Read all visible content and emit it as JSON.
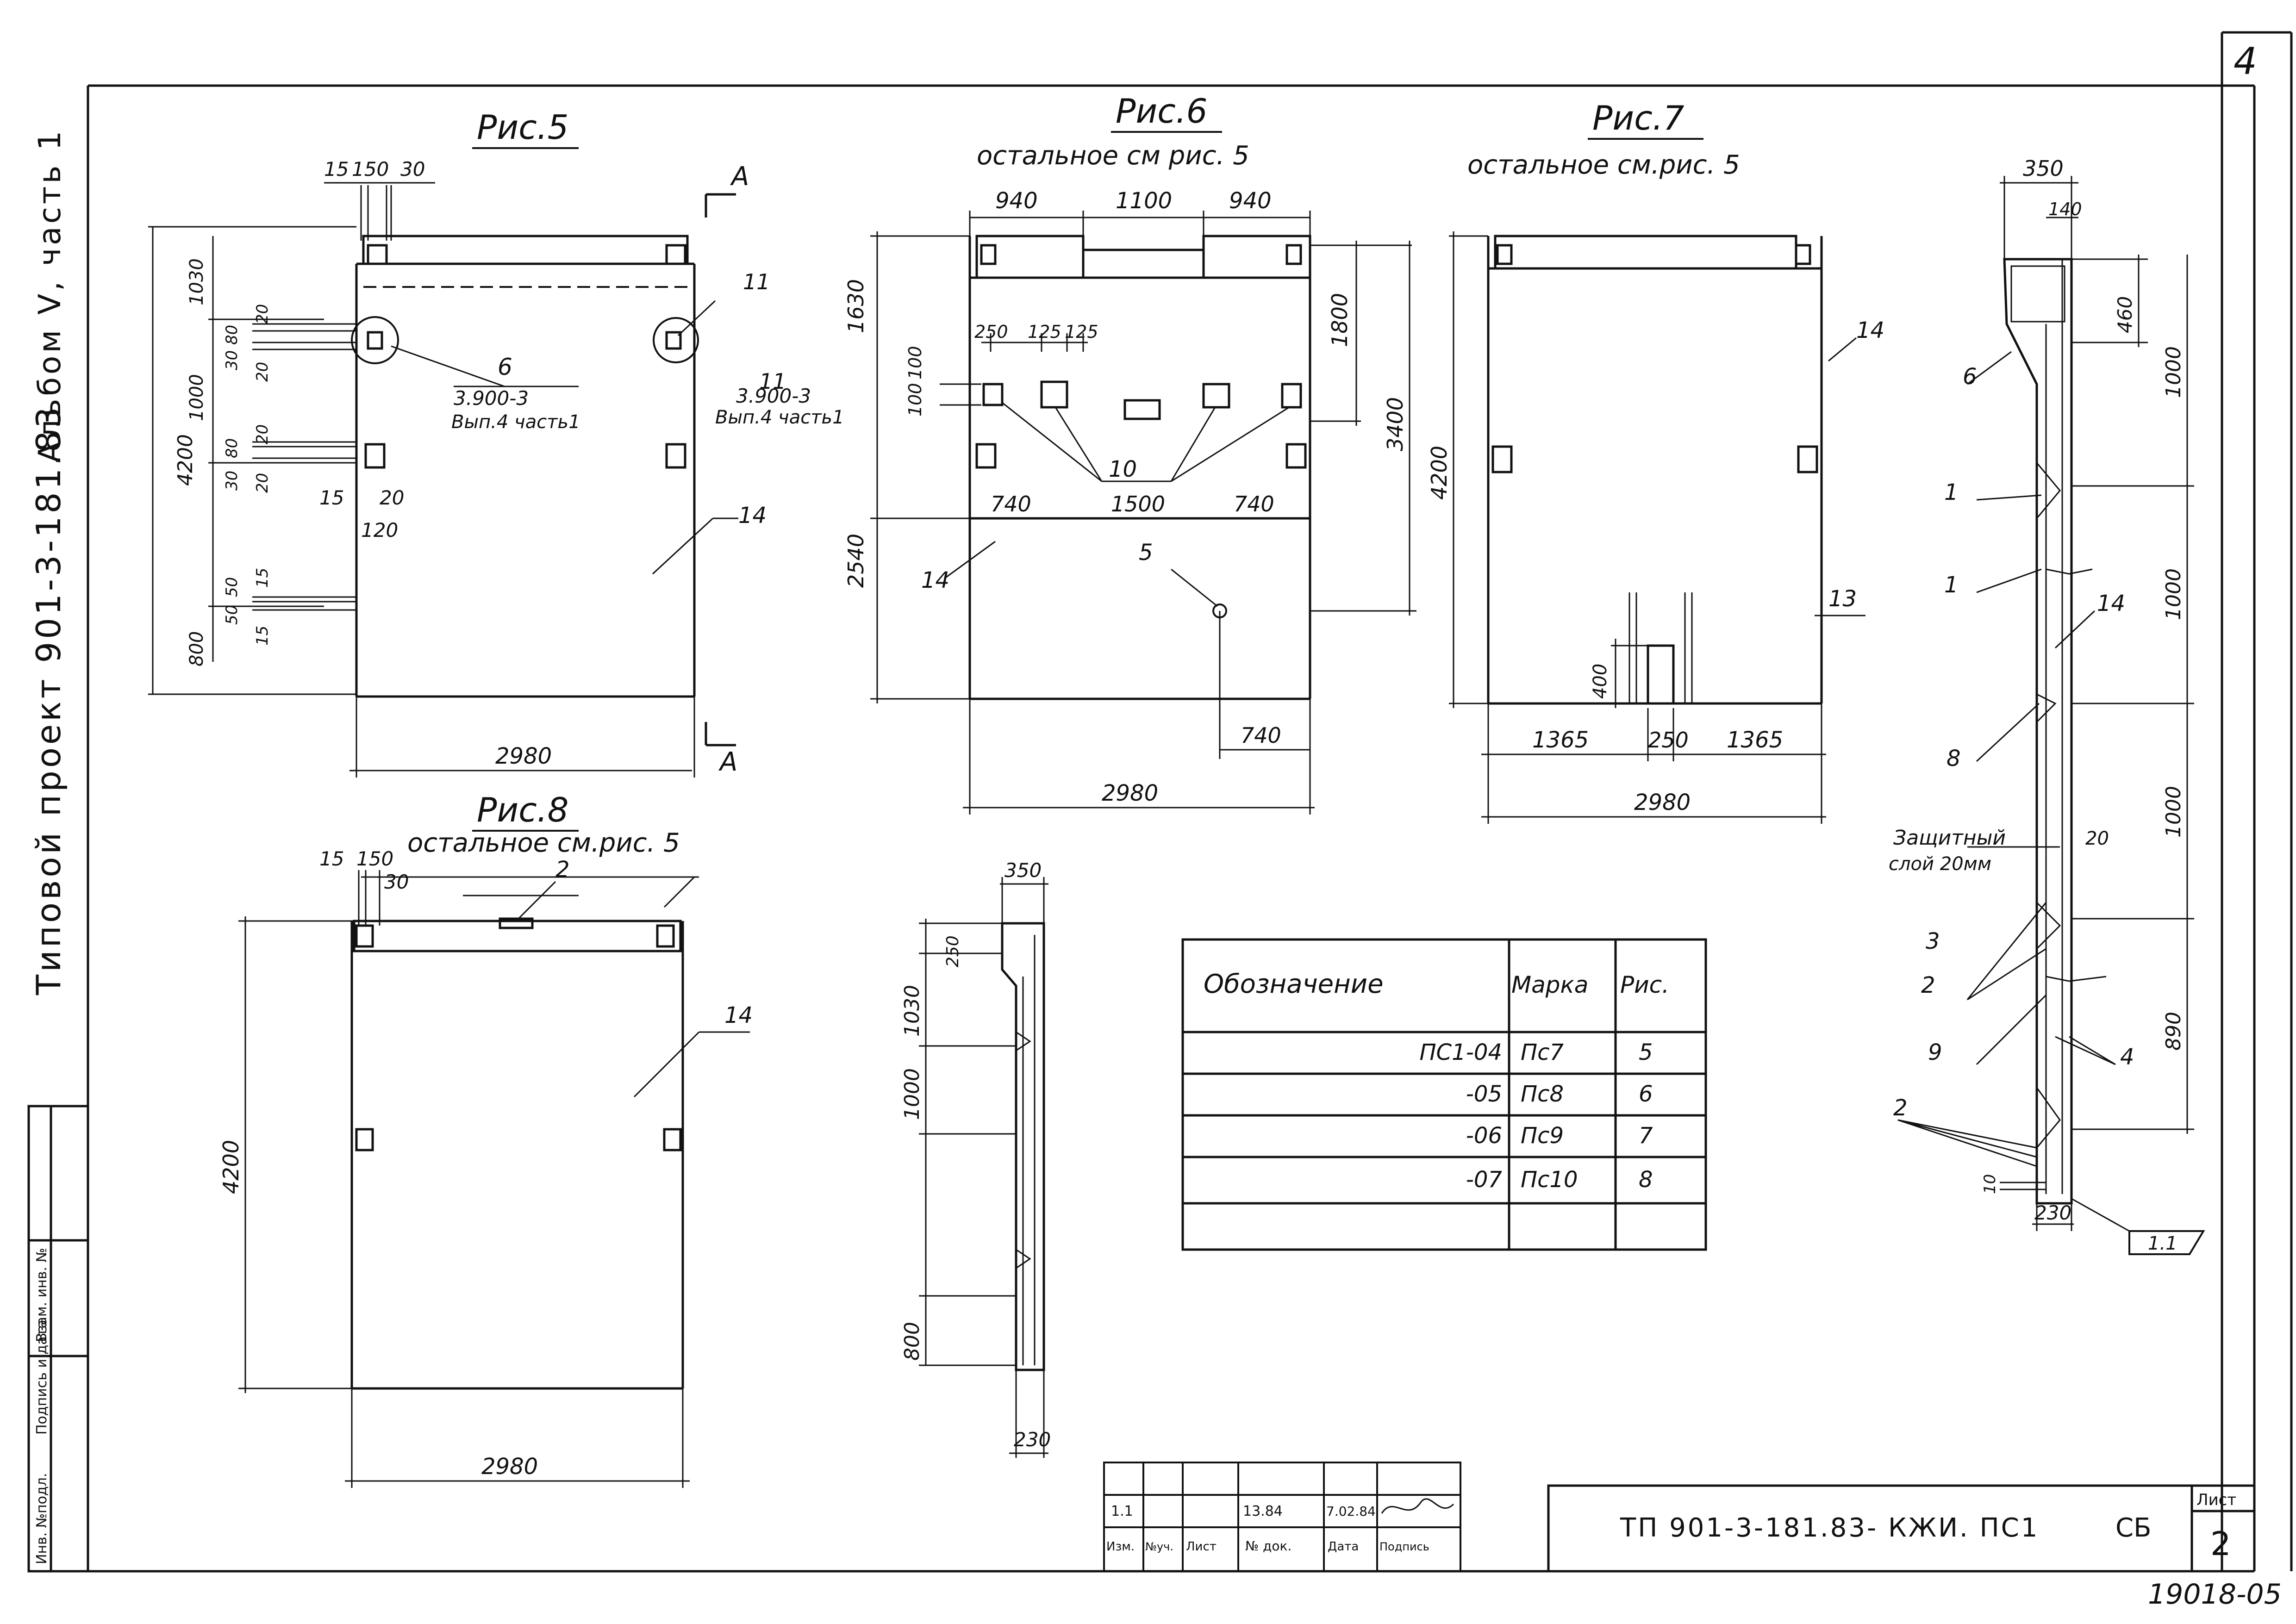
{
  "sheet_corner_number": "4",
  "archive_number": "19018-05",
  "left_margin_text": {
    "line1": "Типовой проект 901-3-181.83",
    "line2": "Альбом V, часть 1"
  },
  "left_stamp_labels": [
    "Инв. №подл.",
    "Подпись и дата",
    "Взам. инв. №"
  ],
  "fig5": {
    "title": "Рис.5",
    "section_mark": "А",
    "dims": {
      "top_15": "15",
      "top_150": "150",
      "top_30": "30",
      "total_height": "4200",
      "h1030": "1030",
      "h1000": "1000",
      "h800": "800",
      "s30": "30",
      "s80": "80",
      "s20": "20",
      "s20b": "20",
      "s30b": "30",
      "s80b": "80",
      "s20c": "20",
      "s20d": "20",
      "s50": "50",
      "s50b": "50",
      "s15": "15",
      "s15b": "15",
      "w15": "15",
      "w20": "20",
      "w120": "120",
      "width": "2980"
    },
    "callouts": {
      "n6": "6",
      "ref_left": "3.900-3",
      "note_left": "Вып.4 часть1",
      "n11": "11",
      "n11b": "11",
      "ref_right": "3.900-3",
      "note_right": "Вып.4 часть1",
      "n14": "14"
    }
  },
  "fig6": {
    "title": "Рис.6",
    "subtitle": "остальное см рис. 5",
    "dims": {
      "d940a": "940",
      "d1100": "1100",
      "d940b": "940",
      "h1630": "1630",
      "h1800": "1800",
      "h3400": "3400",
      "h2540": "2540",
      "s250": "250",
      "s125": "125",
      "s125b": "125",
      "s100": "100",
      "s100b": "100",
      "d740a": "740",
      "d1500": "1500",
      "d740b": "740",
      "d740c": "740",
      "width": "2980"
    },
    "callouts": {
      "n10": "10",
      "n14": "14",
      "n5": "5"
    }
  },
  "fig7": {
    "title": "Рис.7",
    "subtitle": "остальное см.рис. 5",
    "dims": {
      "height": "4200",
      "h400": "400",
      "d1365a": "1365",
      "d250": "250",
      "d1365b": "1365",
      "width": "2980"
    },
    "callouts": {
      "n14": "14",
      "n13": "13"
    }
  },
  "fig8": {
    "title": "Рис.8",
    "subtitle": "остальное см.рис. 5",
    "dims": {
      "d15": "15",
      "d150": "150",
      "d30": "30",
      "height": "4200",
      "width": "2980"
    },
    "callouts": {
      "n2": "2",
      "n14": "14"
    }
  },
  "side_view": {
    "dims": {
      "top": "350",
      "d250": "250",
      "h1030": "1030",
      "h1000": "1000",
      "h800": "800",
      "bottom": "230"
    }
  },
  "section_view": {
    "dims": {
      "top350": "350",
      "d140": "140",
      "d460": "460",
      "h1000a": "1000",
      "h1000b": "1000",
      "h1000c": "1000",
      "h890": "890",
      "d20": "20",
      "d10": "10",
      "bottom230": "230"
    },
    "callouts": {
      "n6": "6",
      "n1a": "1",
      "n1b": "1",
      "n14": "14",
      "n8": "8",
      "n3": "3",
      "n2a": "2",
      "n9": "9",
      "n4": "4",
      "n2b": "2"
    },
    "protective_layer_line1": "Защитный",
    "protective_layer_line2": "слой 20мм",
    "section_label": "1.1"
  },
  "marks_table": {
    "headers": [
      "Обозначение",
      "Марка",
      "Рис."
    ],
    "rows": [
      [
        "ПС1-04",
        "Пс7",
        "5"
      ],
      [
        "-05",
        "Пс8",
        "6"
      ],
      [
        "-06",
        "Пс9",
        "7"
      ],
      [
        "-07",
        "Пс10",
        "8"
      ],
      [
        "",
        "",
        ""
      ]
    ]
  },
  "revision_block": {
    "row": [
      "1.1",
      "",
      "",
      "13.84",
      "7.02.84",
      ""
    ],
    "headers": [
      "Изм.",
      "№уч.",
      "Лист",
      "№ док.",
      "Дата",
      "Подпись"
    ]
  },
  "title_block": {
    "code": "ТП 901-3-181.83- КЖИ. ПС1",
    "stage": "СБ",
    "sheet_label": "Лист",
    "sheet_number": "2"
  }
}
